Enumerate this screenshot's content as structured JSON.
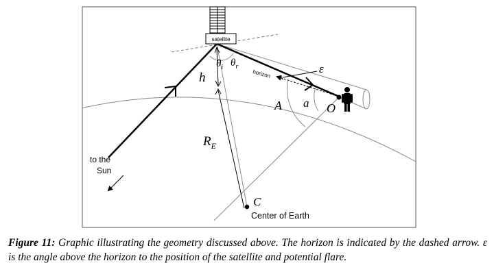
{
  "labels": {
    "satellite": "satellite",
    "theta_i": "θ",
    "theta_i_sub": "i",
    "theta_r": "θ",
    "theta_r_sub": "r",
    "horizon": "horizon",
    "epsilon": "ε",
    "h": "h",
    "A": "A",
    "a": "a",
    "O": "O",
    "R_E": "R",
    "R_E_sub": "E",
    "to_the": "to the",
    "sun": "Sun",
    "C": "C",
    "center_of_earth": "Center of Earth"
  },
  "caption": {
    "label": "Figure 11:",
    "text": " Graphic illustrating the geometry discussed above. The horizon is indicated by the dashed arrow. ε is the angle above the horizon to the position of the satellite and potential flare."
  },
  "colors": {
    "frame": "#555555",
    "thin_line": "#8a8a8a",
    "thick_line": "#000000",
    "text": "#000000"
  }
}
